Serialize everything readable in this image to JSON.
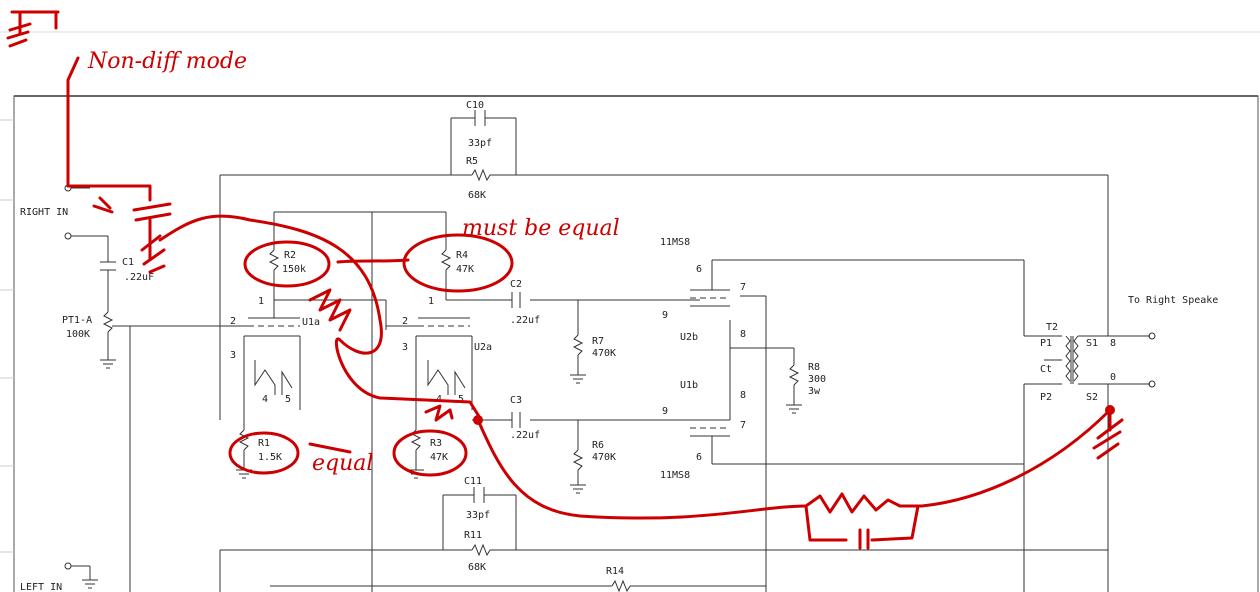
{
  "schematic": {
    "labels": {
      "right_in": "RIGHT IN",
      "left_in": "LEFT IN",
      "to_right_speaker": "To Right Speake",
      "pt1": "PT1-A",
      "pt1_val": "100K",
      "c1": "C1",
      "c1_val": ".22uF",
      "c10": "C10",
      "c10_val": "33pf",
      "r5": "R5",
      "r5_val": "68K",
      "r2": "R2",
      "r2_val": "150k",
      "r4": "R4",
      "r4_val": "47K",
      "u1a": "U1a",
      "u2a": "U2a",
      "c2": "C2",
      "c2_val": ".22uf",
      "r7": "R7",
      "r7_val": "470K",
      "tube_top": "11MS8",
      "tube_bottom": "11MS8",
      "u2b": "U2b",
      "u1b": "U1b",
      "r8": "R8",
      "r8_val1": "300",
      "r8_val2": "3w",
      "c3": "C3",
      "c3_val": ".22uf",
      "r6": "R6",
      "r6_val": "470K",
      "r1": "R1",
      "r1_val": "1.5K",
      "r3": "R3",
      "r3_val": "47K",
      "c11": "C11",
      "c11_val": "33pf",
      "r11": "R11",
      "r11_val": "68K",
      "r14": "R14",
      "t2": "T2",
      "p1": "P1",
      "s1": "S1",
      "ct": "Ct",
      "p2": "P2",
      "s2": "S2",
      "eight_a": "8",
      "zero": "0",
      "pin1a": "1",
      "pin2a": "2",
      "pin3a": "3",
      "pin1b": "1",
      "pin2b": "2",
      "pin3b": "3",
      "pin4a": "4",
      "pin5a": "5",
      "pin4b": "4",
      "pin5b": "5",
      "pin6a": "6",
      "pin7a": "7",
      "pin9a": "9",
      "pin8a": "8",
      "pin8b": "8",
      "pin9b": "9",
      "pin7b": "7",
      "pin6b": "6"
    },
    "annotations": {
      "non_diff": "Non-diff mode",
      "must_equal": "must be equal",
      "equal": "equal"
    },
    "colors": {
      "ink": "#222222",
      "annotation": "#cc0000"
    }
  }
}
